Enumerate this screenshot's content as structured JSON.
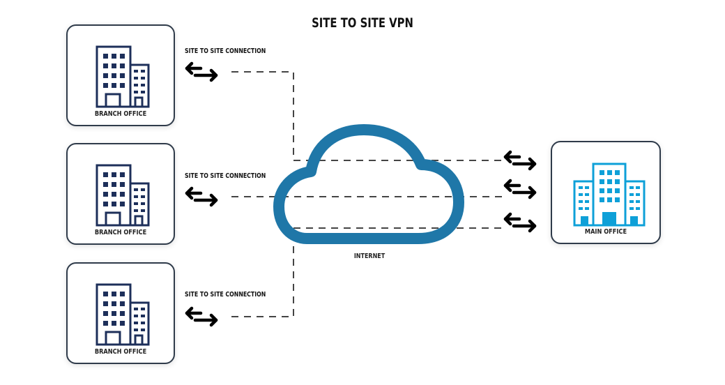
{
  "title": "SITE TO SITE VPN",
  "branches": [
    {
      "label": "BRANCH OFFICE",
      "connection_label": "SITE TO SITE CONNECTION"
    },
    {
      "label": "BRANCH OFFICE",
      "connection_label": "SITE TO SITE CONNECTION"
    },
    {
      "label": "BRANCH OFFICE",
      "connection_label": "SITE TO SITE CONNECTION"
    }
  ],
  "cloud": {
    "label": "INTERNET",
    "color": "#1f77a8"
  },
  "main_office": {
    "label": "MAIN OFFICE",
    "color": "#0ea0d8"
  },
  "colors": {
    "branch_icon": "#1d2f5a",
    "dashes": "#444444",
    "box_border": "#2f3b4a"
  },
  "icons": {
    "arrow": "bidirectional-arrow-icon",
    "branch": "office-building-icon",
    "main": "headquarters-building-icon",
    "cloud": "cloud-icon"
  }
}
